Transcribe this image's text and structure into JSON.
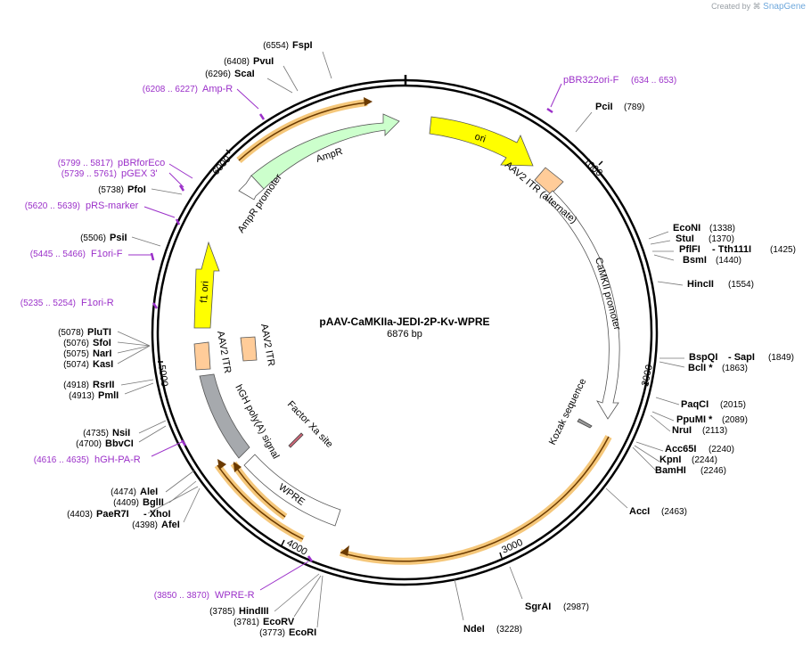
{
  "credit": {
    "prefix": "Created by",
    "brand": "SnapGene"
  },
  "plasmid": {
    "name": "pAAV-CaMKIIa-JEDI-2P-Kv-WPRE",
    "size": "6876 bp"
  },
  "ticks": [
    "1000",
    "2000",
    "3000",
    "4000",
    "5000",
    "6000"
  ],
  "sites": [
    {
      "name": "FspI",
      "pos": "(6554)"
    },
    {
      "name": "PvuI",
      "pos": "(6408)"
    },
    {
      "name": "ScaI",
      "pos": "(6296)"
    },
    {
      "name": "PciI",
      "pos": "(789)"
    },
    {
      "name": "EcoNI",
      "pos": "(1338)"
    },
    {
      "name": "StuI",
      "pos": "(1370)"
    },
    {
      "name": "PflFI",
      "pos": ""
    },
    {
      "name": "- Tth111I",
      "pos": "(1425)"
    },
    {
      "name": "BsmI",
      "pos": "(1440)"
    },
    {
      "name": "HincII",
      "pos": "(1554)"
    },
    {
      "name": "BspQI",
      "pos": ""
    },
    {
      "name": "- SapI",
      "pos": "(1849)"
    },
    {
      "name": "BclI *",
      "pos": "(1863)"
    },
    {
      "name": "PaqCI",
      "pos": "(2015)"
    },
    {
      "name": "PpuMI *",
      "pos": "(2089)"
    },
    {
      "name": "NruI",
      "pos": "(2113)"
    },
    {
      "name": "Acc65I",
      "pos": "(2240)"
    },
    {
      "name": "KpnI",
      "pos": "(2244)"
    },
    {
      "name": "BamHI",
      "pos": "(2246)"
    },
    {
      "name": "AccI",
      "pos": "(2463)"
    },
    {
      "name": "SgrAI",
      "pos": "(2987)"
    },
    {
      "name": "NdeI",
      "pos": "(3228)"
    },
    {
      "name": "HindIII",
      "pos": "(3785)"
    },
    {
      "name": "EcoRV",
      "pos": "(3781)"
    },
    {
      "name": "EcoRI",
      "pos": "(3773)"
    },
    {
      "name": "AleI",
      "pos": "(4474)"
    },
    {
      "name": "BglII",
      "pos": "(4409)"
    },
    {
      "name": "PaeR7I",
      "pos": "(4403)"
    },
    {
      "name": "- XhoI",
      "pos": ""
    },
    {
      "name": "AfeI",
      "pos": "(4398)"
    },
    {
      "name": "NsiI",
      "pos": "(4735)"
    },
    {
      "name": "BbvCI",
      "pos": "(4700)"
    },
    {
      "name": "RsrII",
      "pos": "(4918)"
    },
    {
      "name": "PmlI",
      "pos": "(4913)"
    },
    {
      "name": "PluTI",
      "pos": "(5078)"
    },
    {
      "name": "SfoI",
      "pos": "(5076)"
    },
    {
      "name": "NarI",
      "pos": "(5075)"
    },
    {
      "name": "KasI",
      "pos": "(5074)"
    },
    {
      "name": "PsiI",
      "pos": "(5506)"
    },
    {
      "name": "PfoI",
      "pos": "(5738)"
    }
  ],
  "primers": [
    {
      "name": "pBR322ori-F",
      "range": "(634 .. 653)"
    },
    {
      "name": "Amp-R",
      "range": "(6208 .. 6227)"
    },
    {
      "name": "pBRforEco",
      "range": "(5799 .. 5817)"
    },
    {
      "name": "pGEX 3'",
      "range": "(5739 .. 5761)"
    },
    {
      "name": "pRS-marker",
      "range": "(5620 .. 5639)"
    },
    {
      "name": "F1ori-F",
      "range": "(5445 .. 5466)"
    },
    {
      "name": "F1ori-R",
      "range": "(5235 .. 5254)"
    },
    {
      "name": "hGH-PA-R",
      "range": "(4616 .. 4635)"
    },
    {
      "name": "WPRE-R",
      "range": "(3850 .. 3870)"
    }
  ],
  "features": [
    {
      "name": "ori",
      "color": "#ffff00"
    },
    {
      "name": "AmpR",
      "color": "#ccffcc"
    },
    {
      "name": "AmpR promoter",
      "color": "#ffffff"
    },
    {
      "name": "AAV2 ITR (alternate)",
      "color": "#ffcc99"
    },
    {
      "name": "CaMKII promoter",
      "color": "#ffffff"
    },
    {
      "name": "Kozak sequence",
      "color": "#999999"
    },
    {
      "name": "f1 ori",
      "color": "#ffff00"
    },
    {
      "name": "AAV2 ITR",
      "color": "#ffcc99"
    },
    {
      "name": "AAV2 ITR",
      "color": "#ffcc99"
    },
    {
      "name": "hGH poly(A) signal",
      "color": "#a6a9ad"
    },
    {
      "name": "Factor Xa site",
      "color": "#cc6677"
    },
    {
      "name": "WPRE",
      "color": "#ffffff"
    }
  ],
  "colors": {
    "primer": "#9b30c9",
    "orf_glow": "#f5c77a",
    "orf_stroke": "#6b3a00",
    "backbone": "#000000"
  }
}
